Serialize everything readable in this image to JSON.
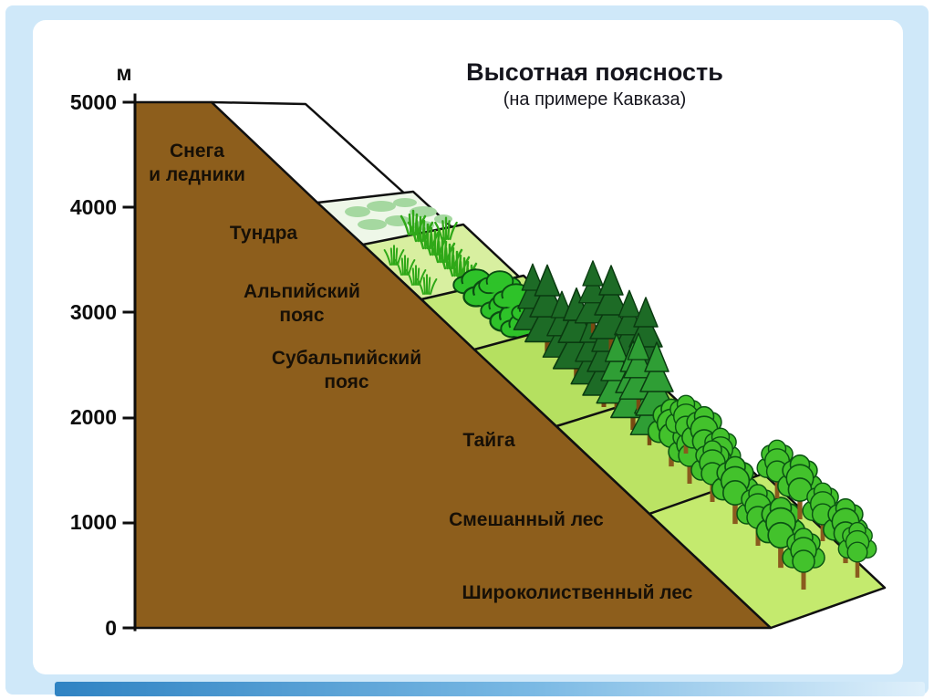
{
  "title": "Высотная поясность",
  "subtitle": "(на примере Кавказа)",
  "axis": {
    "unit_label": "м",
    "ticks": [
      "5000",
      "4000",
      "3000",
      "2000",
      "1000",
      "0"
    ]
  },
  "zones": [
    {
      "label": "Снега и ледники",
      "label_lines": [
        "Снега",
        "и ледники"
      ]
    },
    {
      "label": "Тундра"
    },
    {
      "label": "Альпийский пояс",
      "label_lines": [
        "Альпийский",
        "пояс"
      ]
    },
    {
      "label": "Субальпийский пояс",
      "label_lines": [
        "Субальпийский",
        "пояс"
      ]
    },
    {
      "label": "Тайга"
    },
    {
      "label": "Смешанный лес"
    },
    {
      "label": "Широколиственный лес"
    }
  ],
  "colors": {
    "mountain": "#8d5e1c",
    "snow": "#ffffff",
    "tundra": "#eef7e8",
    "tundra_patch": "#a5d8a0",
    "alpine": "#d8efa0",
    "subalpine": "#c3e878",
    "taiga_ground": "#b5e060",
    "mixed_ground": "#bbe364",
    "broadleaf_ground": "#c4ea6e",
    "fir_dark": "#1d6b26",
    "fir_medium": "#2f9e35",
    "deciduous": "#43c22c",
    "bush": "#2ec229",
    "grass": "#2fa818",
    "outline": "#101010"
  }
}
